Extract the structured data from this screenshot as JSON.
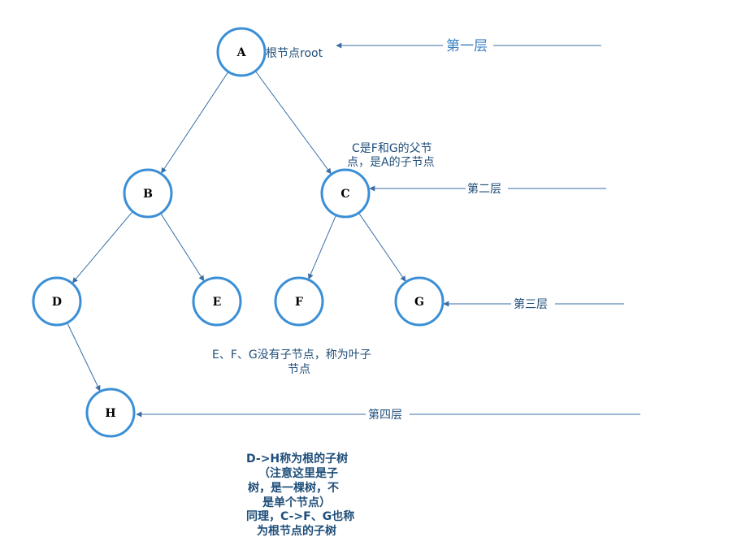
{
  "nodes": [
    {
      "id": "A",
      "label": "A"
    },
    {
      "id": "B",
      "label": "B"
    },
    {
      "id": "C",
      "label": "C"
    },
    {
      "id": "D",
      "label": "D"
    },
    {
      "id": "E",
      "label": "E"
    },
    {
      "id": "F",
      "label": "F"
    },
    {
      "id": "G",
      "label": "G"
    },
    {
      "id": "H",
      "label": "H"
    }
  ],
  "edges": [
    {
      "from": "A",
      "to": "B"
    },
    {
      "from": "A",
      "to": "C"
    },
    {
      "from": "B",
      "to": "D"
    },
    {
      "from": "B",
      "to": "E"
    },
    {
      "from": "C",
      "to": "F"
    },
    {
      "from": "C",
      "to": "G"
    },
    {
      "from": "D",
      "to": "H"
    }
  ],
  "annotations": {
    "root": "根节点root",
    "c_parent_line1": "C是F和G的父节",
    "c_parent_line2": "点，是A的子节点",
    "leaf_line1": "E、F、G没有子节点，称为叶子",
    "leaf_line2": "节点",
    "subtree_lines": [
      "D->H称为根的子树",
      "（注意这里是子",
      "树，是一棵树，不",
      "是单个节点）",
      "同理，C->F、G也称",
      "为根节点的子树"
    ]
  },
  "levels": [
    {
      "label": "第一层"
    },
    {
      "label": "第二层"
    },
    {
      "label": "第三层"
    },
    {
      "label": "第四层"
    }
  ],
  "colors": {
    "node_stroke": "#3a8fd6",
    "edge": "#3a6ea5",
    "text": "#1f4e79"
  }
}
